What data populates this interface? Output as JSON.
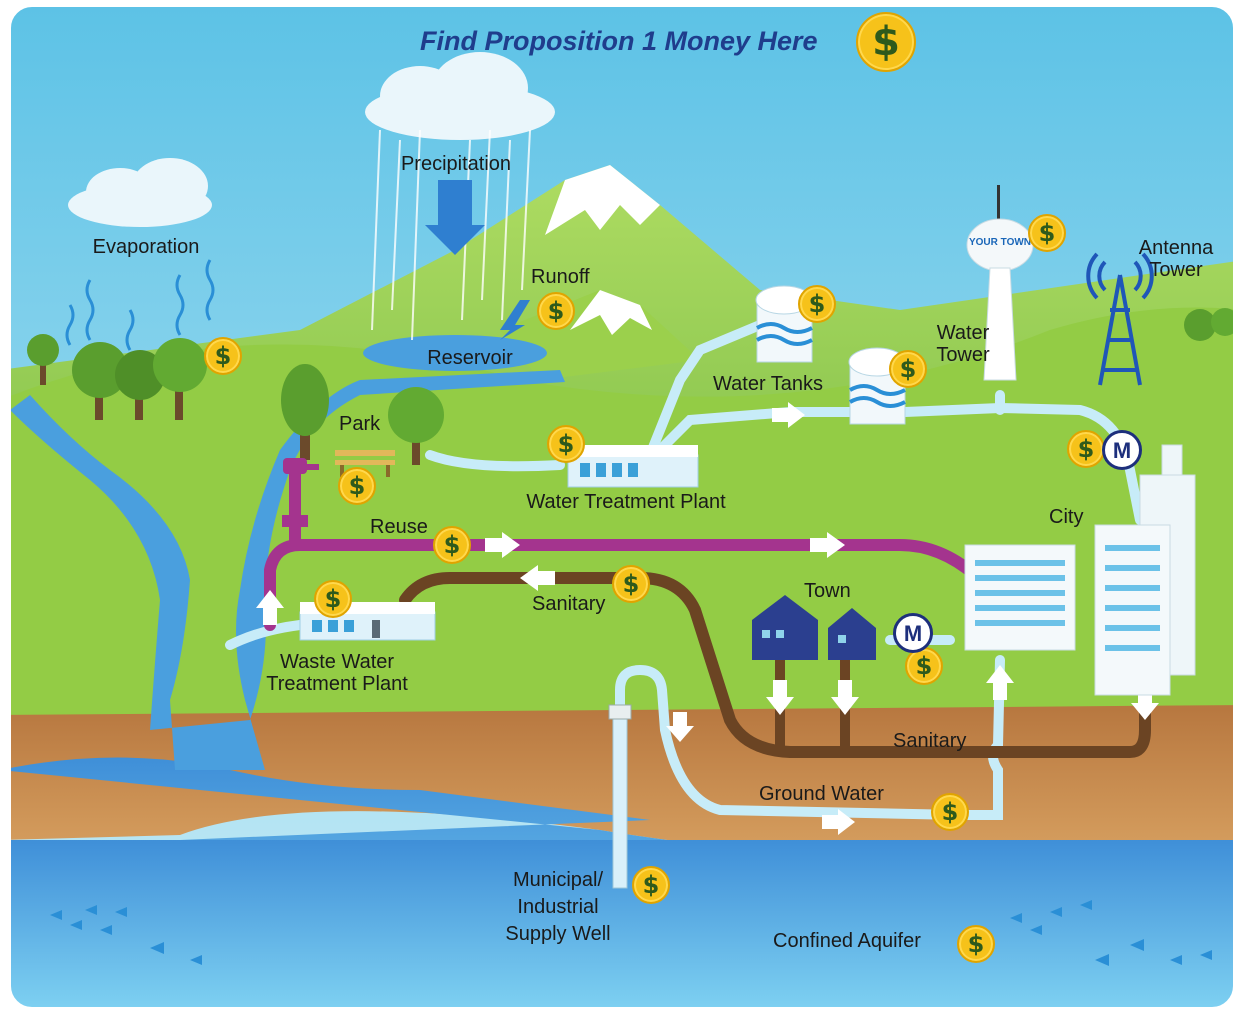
{
  "title": "Find Proposition 1 Money Here",
  "coin_symbol": "$",
  "meter_letter": "M",
  "tower_label": "YOUR TOWN",
  "labels": {
    "evaporation": "Evaporation",
    "precipitation": "Precipitation",
    "runoff": "Runoff",
    "reservoir": "Reservoir",
    "park": "Park",
    "water_treatment_plant": "Water Treatment Plant",
    "water_tanks": "Water Tanks",
    "water_tower": "Water Tower",
    "antenna_tower": "Antenna Tower",
    "city": "City",
    "reuse": "Reuse",
    "sanitary_upper": "Sanitary",
    "town": "Town",
    "waste_water_treatment_plant": "Waste Water Treatment Plant",
    "sanitary_lower": "Sanitary",
    "ground_water": "Ground Water",
    "municipal_well": "Municipal/ Industrial Supply Well",
    "confined_aquifer": "Confined Aquifer"
  },
  "colors": {
    "sky": "#8fd3ea",
    "grass": "#8cc63f",
    "soil": "#c28a4e",
    "aquifer": "#3d9fe0",
    "river": "#4a9fde",
    "reuse_pipe": "#a4348e",
    "sanitary_pipe": "#6b4423",
    "fresh_pipe": "#b9e6f6",
    "coin": "#f6c21a",
    "title": "#1f3d8c"
  }
}
